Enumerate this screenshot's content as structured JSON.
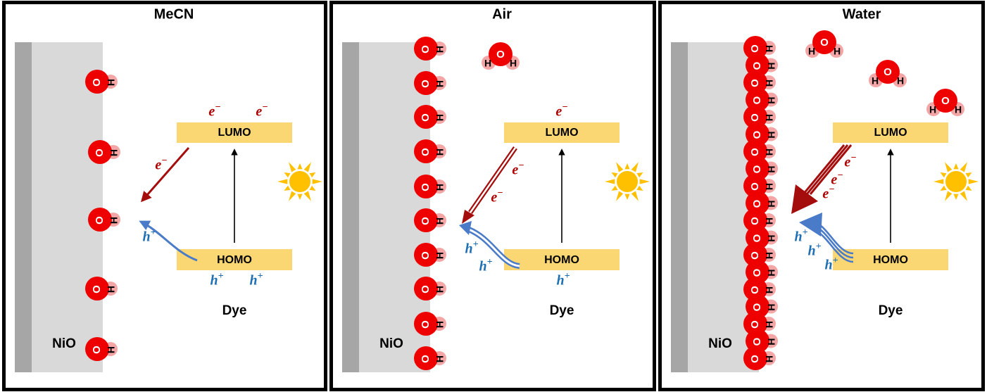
{
  "panels": [
    {
      "id": "mecn",
      "title": "MeCN",
      "substrate_label": "NiO",
      "lumo_label": "LUMO",
      "homo_label": "HOMO",
      "dye_label": "Dye",
      "electron_label": "e",
      "electron_sup": "−",
      "hole_label": "h",
      "hole_sup": "+"
    },
    {
      "id": "air",
      "title": "Air",
      "substrate_label": "NiO",
      "lumo_label": "LUMO",
      "homo_label": "HOMO",
      "dye_label": "Dye",
      "electron_label": "e",
      "electron_sup": "−",
      "hole_label": "h",
      "hole_sup": "+"
    },
    {
      "id": "water",
      "title": "Water",
      "substrate_label": "NiO",
      "lumo_label": "LUMO",
      "homo_label": "HOMO",
      "dye_label": "Dye",
      "electron_label": "e",
      "electron_sup": "−",
      "hole_label": "h",
      "hole_sup": "+"
    }
  ],
  "atoms": {
    "oxygen": "O",
    "hydrogen": "H"
  },
  "colors": {
    "oxygen": "#ee0000",
    "hydrogen": "#f4a6a6",
    "band": "#fbd774",
    "substrate": "#d9d9d9",
    "substrate_edge": "#a6a6a6",
    "electron_arrow": "#a50d0d",
    "hole_arrow": "#4a7bc8",
    "sun": "#ffc000"
  },
  "icons": {
    "sun": "sun-icon",
    "water": "water-molecule-icon"
  }
}
